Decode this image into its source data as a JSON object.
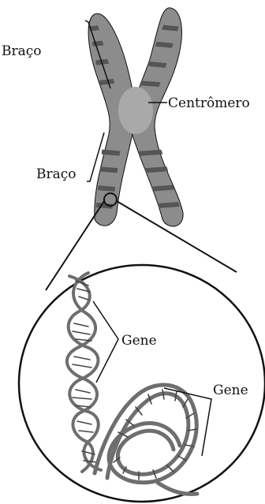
{
  "labels": {
    "arm_upper": "Braço",
    "arm_lower": "Braço",
    "centromere": "Centrômero",
    "gene_1": "Gene",
    "gene_2": "Gene"
  },
  "colors": {
    "chromatid": "#8c8c8c",
    "band": "#555555",
    "centromere": "#a9a9a9",
    "outline": "#111111",
    "dna_backbone": "#6e6e6e",
    "dna_rung": "#444444"
  }
}
